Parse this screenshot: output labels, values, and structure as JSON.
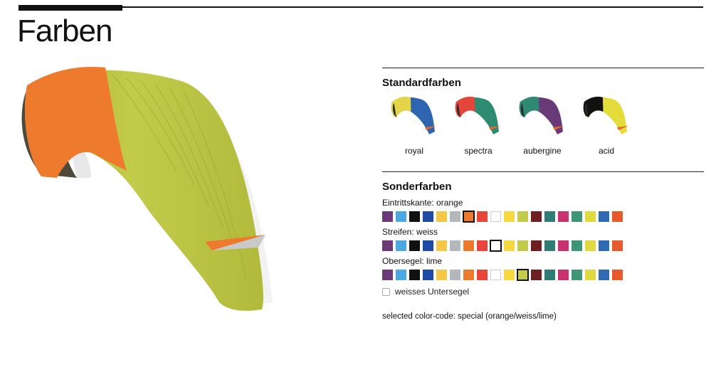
{
  "page": {
    "title": "Farben"
  },
  "standard": {
    "title": "Standardfarben",
    "items": [
      {
        "label": "royal",
        "main": "#2f64b0",
        "leading": "#e4d548",
        "accent": "#1f4f94"
      },
      {
        "label": "spectra",
        "main": "#2f8a72",
        "leading": "#e4463c",
        "accent": "#1f6e58"
      },
      {
        "label": "aubergine",
        "main": "#6a3a78",
        "leading": "#2f8a72",
        "accent": "#542c62"
      },
      {
        "label": "acid",
        "main": "#e3dc3a",
        "leading": "#111111",
        "accent": "#c9c22e"
      }
    ]
  },
  "special": {
    "title": "Sonderfarben",
    "palette": [
      "#6c3a76",
      "#4ba8e0",
      "#111111",
      "#1f4aa6",
      "#f5c746",
      "#b5b8bb",
      "#ee7a2d",
      "#e8463a",
      "#ffffff",
      "#f7d840",
      "#c3cb4a",
      "#6e1f1f",
      "#2f7c77",
      "#c9326f",
      "#3d9676",
      "#e0d93f",
      "#2f6ab3",
      "#e8592c"
    ],
    "rows": [
      {
        "label": "Eintrittskante: orange",
        "selected_index": 6
      },
      {
        "label": "Streifen: weiss",
        "selected_index": 8
      },
      {
        "label": "Obersegel: lime",
        "selected_index": 10
      }
    ],
    "checkbox_label": "weisses Untersegel",
    "checkbox_checked": false
  },
  "selected_code": "selected color-code: special (orange/weiss/lime)",
  "hero_colors": {
    "top": "#c3cb4a",
    "leading": "#ee7a2d",
    "under": "#ffffff"
  }
}
